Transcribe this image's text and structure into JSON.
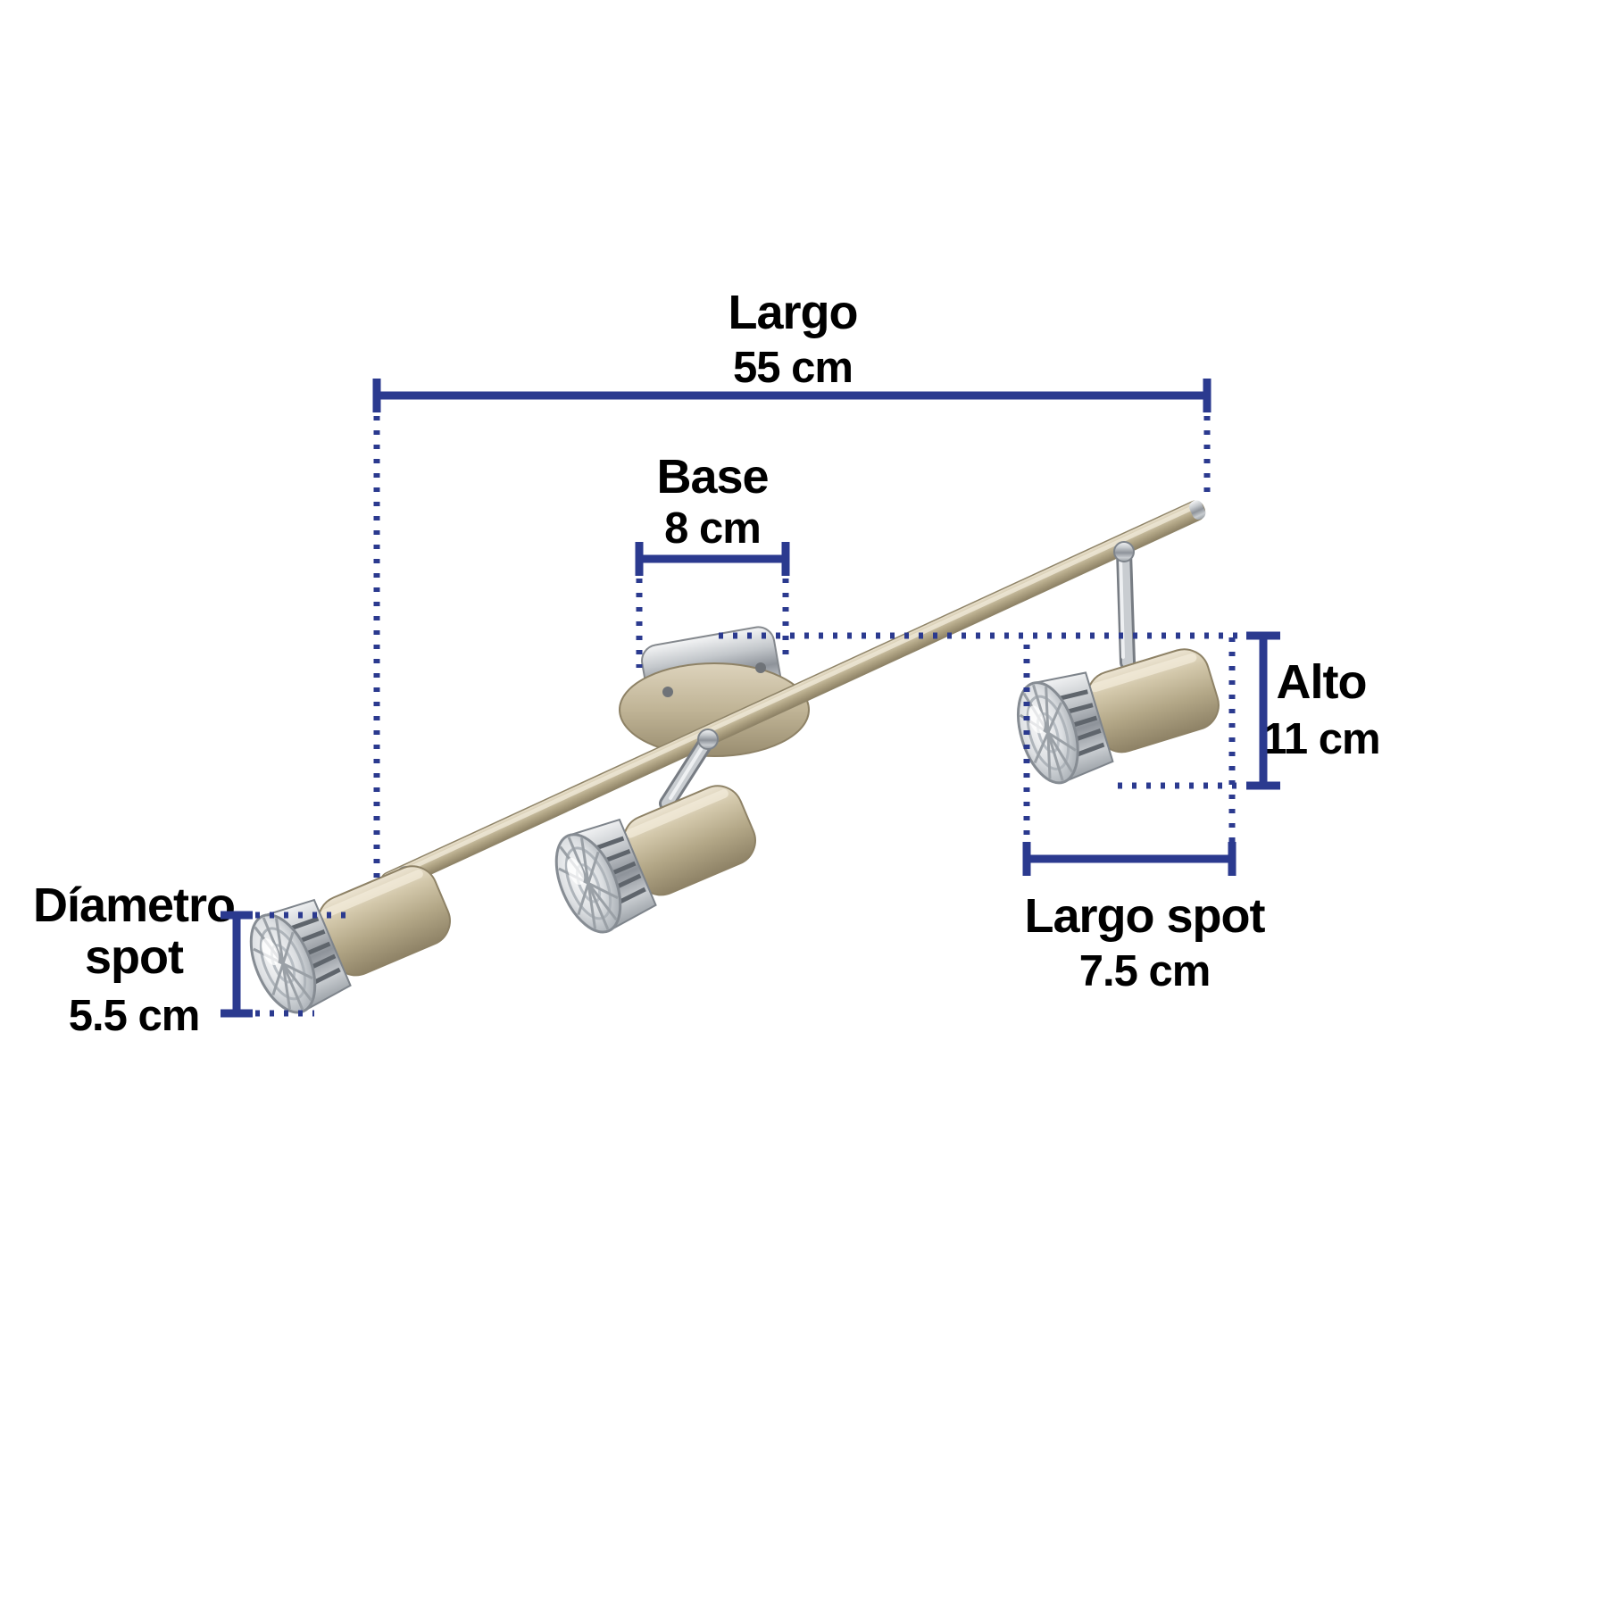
{
  "diagram": {
    "product": {
      "kind": "ceiling-track-spotlight-fixture",
      "spot_count": 3
    },
    "dimensions": {
      "largo": {
        "label": "Largo",
        "value": "55 cm"
      },
      "base": {
        "label": "Base",
        "value": "8 cm"
      },
      "alto": {
        "label": "Alto",
        "value": "11 cm"
      },
      "largo_spot": {
        "label": "Largo spot",
        "value": "7.5 cm"
      },
      "diametro_spot": {
        "label_line1": "Díametro",
        "label_line2": "spot",
        "value": "5.5 cm"
      }
    }
  },
  "colors": {
    "dimension": "#2b3a8f",
    "text": "#000000",
    "background": "#ffffff",
    "metal_champagne": "#c2b596",
    "metal_chrome": "#c3c7cb",
    "lens_glass": "#dcdfe2"
  }
}
